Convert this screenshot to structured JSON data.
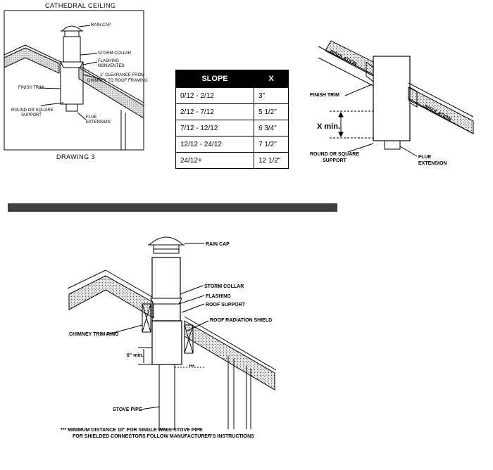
{
  "drawing3": {
    "title": "CATHEDRAL CEILING",
    "caption": "DRAWING 3",
    "labels": {
      "rain_cap": "RAIN CAP",
      "storm_collar": "STORM COLLAR",
      "flashing": "FLASHING",
      "nonvented": "NONVENTED",
      "clearance_1": "1\" CLEARANCE FROM",
      "clearance_2": "CHIMNEY TO ROOF FRAMING",
      "finish_trim": "FINISH TRIM",
      "support_1": "ROUND OR SQUARE",
      "support_2": "SUPPORT",
      "flue_1": "FLUE",
      "flue_2": "EXTENSION"
    }
  },
  "slope_table": {
    "headers": [
      "SLOPE",
      "X"
    ],
    "rows": [
      [
        "0/12 - 2/12",
        "3\""
      ],
      [
        "2/12 - 7/12",
        "5 1/2\""
      ],
      [
        "7/12 - 12/12",
        "6 3/4\""
      ],
      [
        "12/12 - 24/12",
        "7 1/2\""
      ],
      [
        "24/12+",
        "12 1/2\""
      ]
    ]
  },
  "detail": {
    "insulation": "INSULATION",
    "finish_trim": "FINISH TRIM",
    "x_min": "X min.",
    "support_1": "ROUND OR SQUARE",
    "support_2": "SUPPORT",
    "flue_1": "FLUE",
    "flue_2": "EXTENSION"
  },
  "main": {
    "rain_cap": "RAIN CAP",
    "storm_collar": "STORM COLLAR",
    "flashing": "FLASHING",
    "roof_support": "ROOF SUPPORT",
    "roof_radiation_shield": "ROOF RADIATION SHIELD",
    "chimney_trim_ring": "CHIMNEY TRIM RING",
    "six_min": "6\" min.",
    "stars": "***",
    "stove_pipe": "STOVE PIPE",
    "note_1": "***  MINIMUM DISTANCE 18\" FOR SINGLE WALL STOVE PIPE",
    "note_2": "FOR SHIELDED CONNECTORS FOLLOW MANUFACTURER'S INSTRUCTIONS"
  },
  "colors": {
    "ink": "#000000",
    "bar": "#404040",
    "hatch": "#d8d8d8"
  }
}
